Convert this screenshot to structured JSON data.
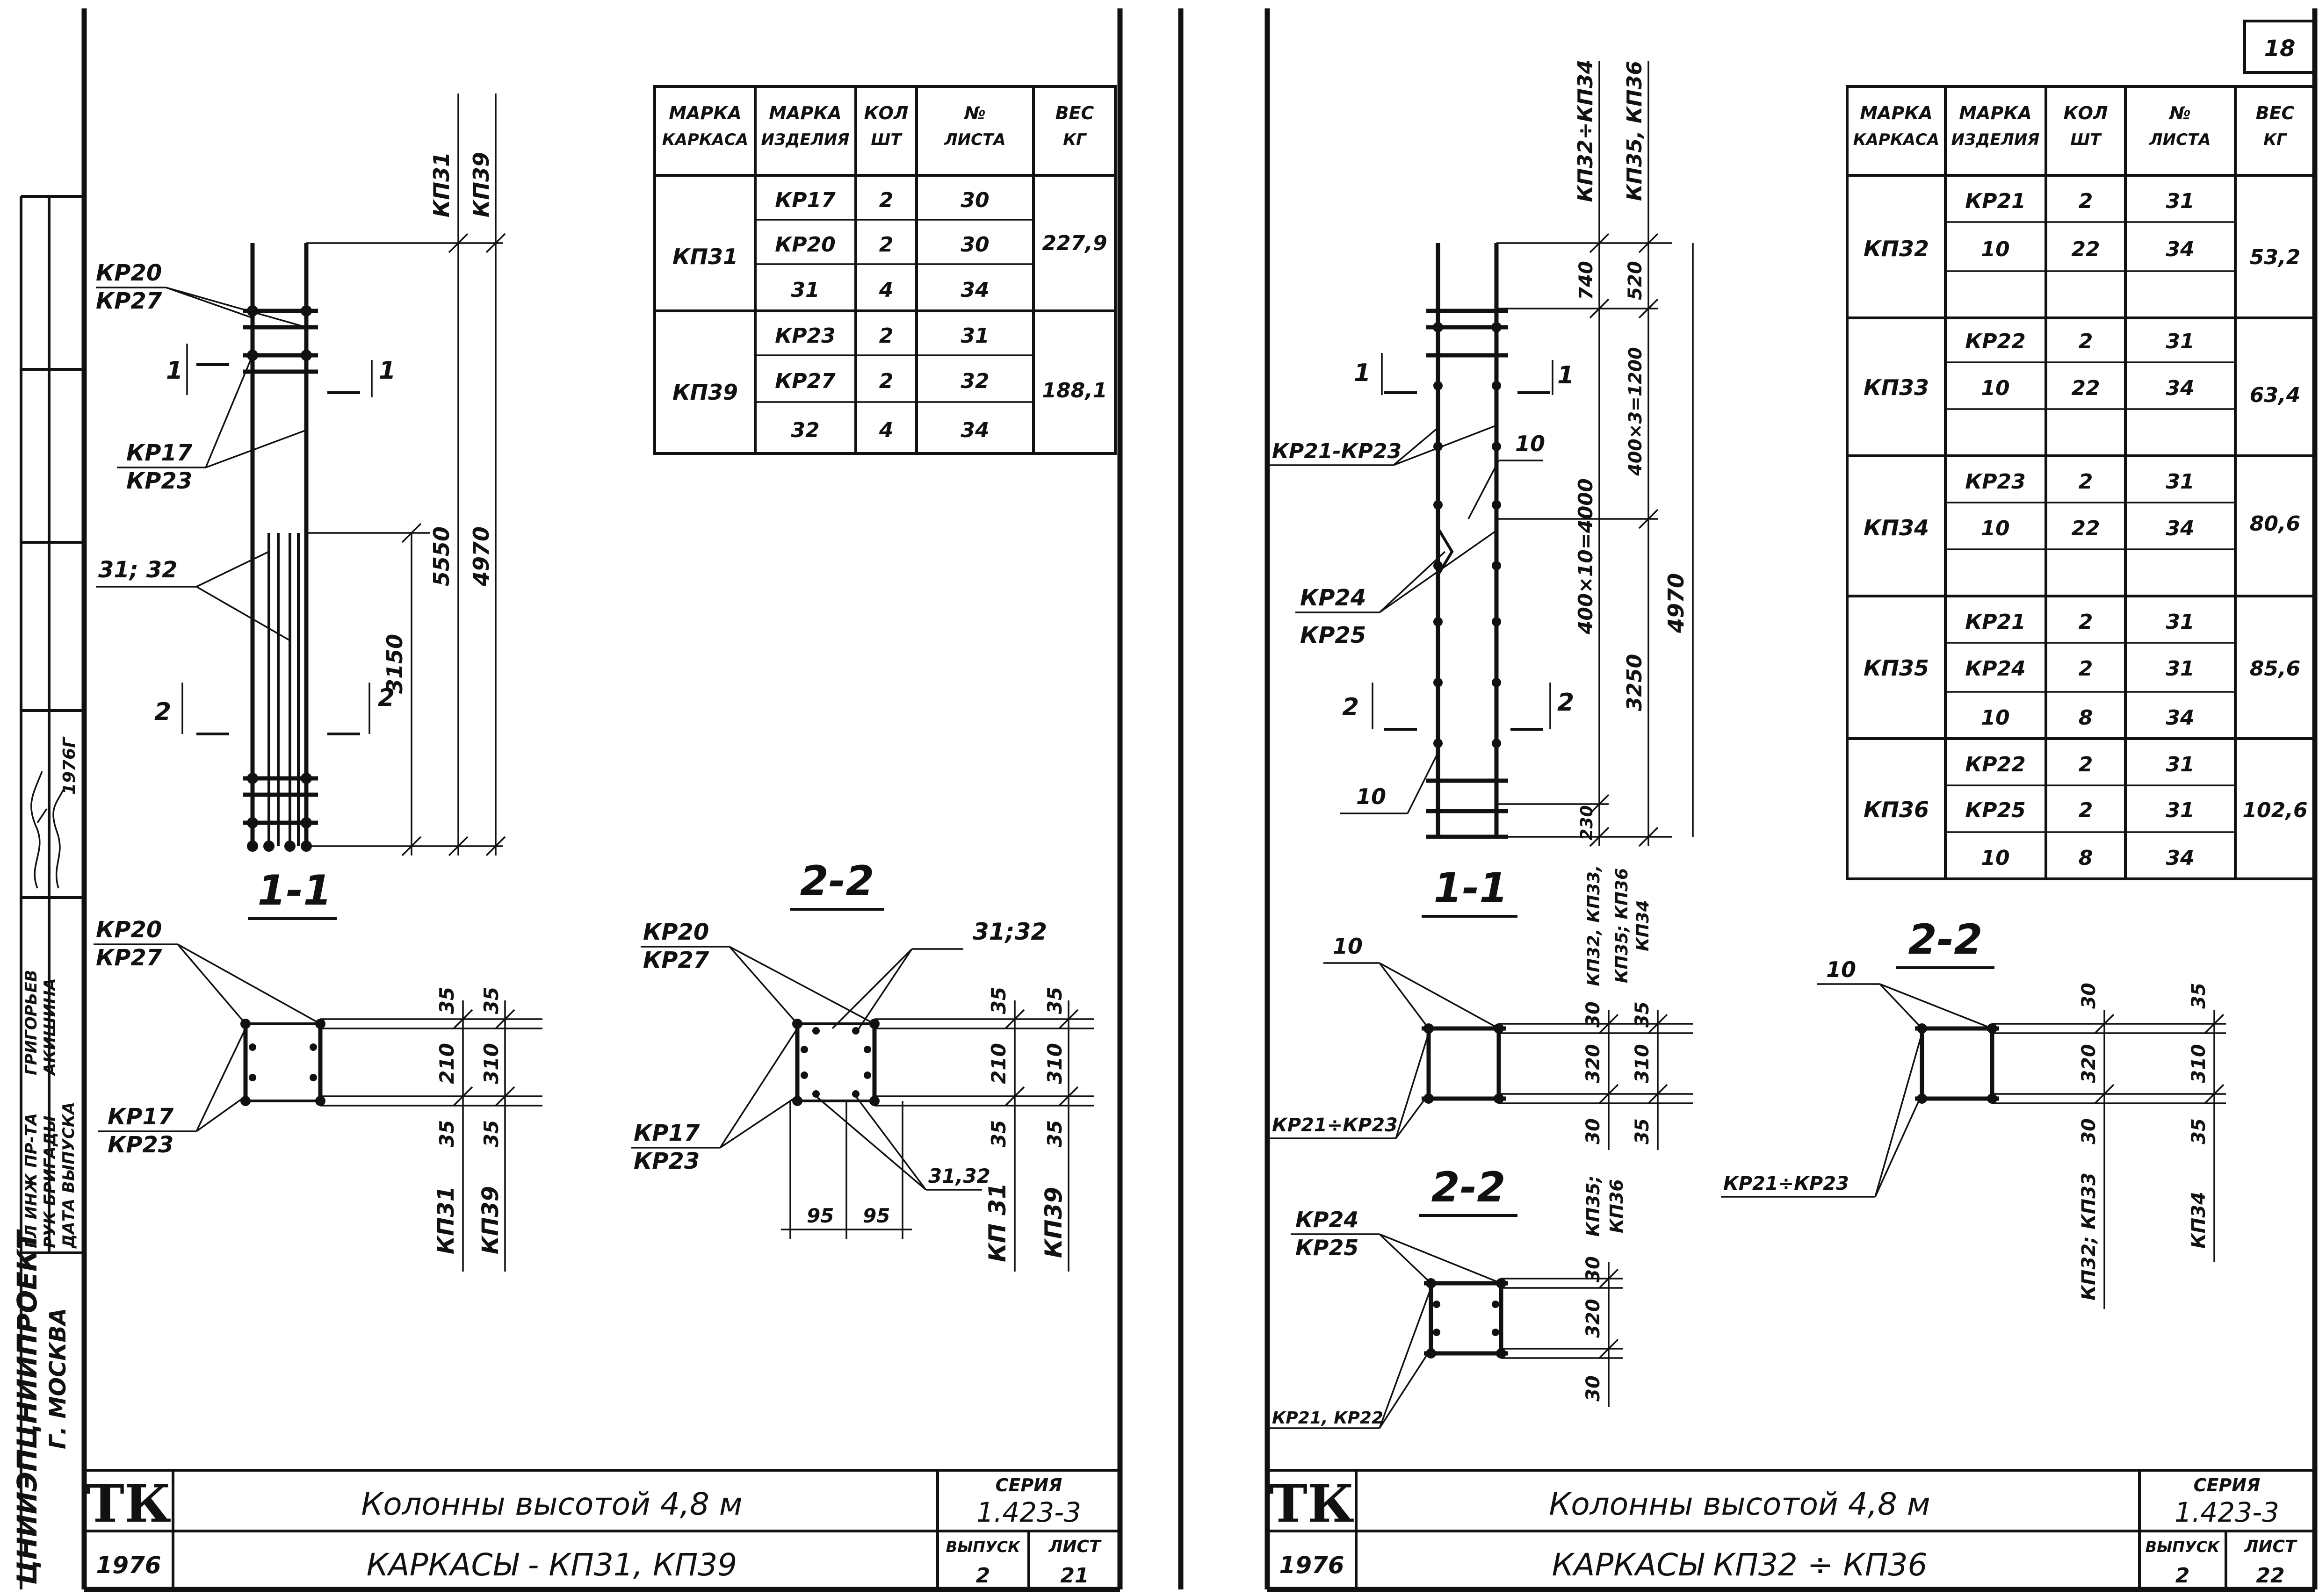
{
  "stamp": {
    "org": "ЦНИИЭПЦНИИПРОЕКТ",
    "city": "Г. МОСКВА",
    "roles": [
      "ГЛ ИНЖ ПР-ТА",
      "РУК БРИГАДЫ",
      "ДАТА ВЫПУСКА"
    ],
    "names": [
      "ГРИГОРЬЕВ",
      "АКИШИНА"
    ],
    "year": "1976Г"
  },
  "page_number": "18",
  "left": {
    "table": {
      "headers": [
        [
          "МАРКА",
          "КАРКАСА"
        ],
        [
          "МАРКА",
          "ИЗДЕЛИЯ"
        ],
        [
          "КОЛ",
          "ШТ"
        ],
        [
          "№",
          "ЛИСТА"
        ],
        [
          "ВЕС",
          "КГ"
        ]
      ],
      "groups": [
        {
          "frame": "КП31",
          "weight": "227,9",
          "rows": [
            [
              "КР17",
              "2",
              "30"
            ],
            [
              "КР20",
              "2",
              "30"
            ],
            [
              "31",
              "4",
              "34"
            ]
          ]
        },
        {
          "frame": "КП39",
          "weight": "188,1",
          "rows": [
            [
              "КР23",
              "2",
              "31"
            ],
            [
              "КР27",
              "2",
              "32"
            ],
            [
              "32",
              "4",
              "34"
            ]
          ]
        }
      ]
    },
    "elevation": {
      "labels": {
        "kr20_27": [
          "КР20",
          "КР27"
        ],
        "kr17_23": [
          "КР17",
          "КР23"
        ],
        "bars": "31; 32",
        "col1": "КП31",
        "col2": "КП39",
        "d1": "3150",
        "d2": "5550",
        "d3": "4970",
        "cut1": "1",
        "cut2": "2"
      }
    },
    "section11": {
      "title": "1-1",
      "labels": {
        "top": [
          "КР20",
          "КР27"
        ],
        "bot": [
          "КР17",
          "КР23"
        ]
      },
      "dims": {
        "a": "35",
        "b": "210",
        "c": "35",
        "d": "35",
        "e": "310",
        "f": "35"
      },
      "marks": [
        "КП31",
        "КП39"
      ]
    },
    "section22": {
      "title": "2-2",
      "labels": {
        "top": [
          "КР20",
          "КР27"
        ],
        "bot": [
          "КР17",
          "КР23"
        ],
        "bars": "31;32",
        "bars2": "31,32"
      },
      "dims": {
        "a": "35",
        "b": "210",
        "c": "35",
        "d": "35",
        "e": "310",
        "f": "35",
        "w1": "95",
        "w2": "95"
      },
      "marks": [
        "КП 31",
        "КП39"
      ]
    },
    "title_block": {
      "logo": "ТК",
      "year": "1976",
      "line1": "Колонны  высотой    4,8 м",
      "line2": "КАРКАСЫ  -  КП31,  КП39",
      "series_label": "СЕРИЯ",
      "series": "1.423-3",
      "issue_label": "ВЫПУСК",
      "issue": "2",
      "sheet_label": "ЛИСТ",
      "sheet": "21"
    }
  },
  "right": {
    "table": {
      "headers": [
        [
          "МАРКА",
          "КАРКАСА"
        ],
        [
          "МАРКА",
          "ИЗДЕЛИЯ"
        ],
        [
          "КОЛ",
          "ШТ"
        ],
        [
          "№",
          "ЛИСТА"
        ],
        [
          "ВЕС",
          "КГ"
        ]
      ],
      "groups": [
        {
          "frame": "КП32",
          "weight": "53,2",
          "rows": [
            [
              "КР21",
              "2",
              "31"
            ],
            [
              "10",
              "22",
              "34"
            ],
            [
              "",
              "",
              ""
            ]
          ]
        },
        {
          "frame": "КП33",
          "weight": "63,4",
          "rows": [
            [
              "КР22",
              "2",
              "31"
            ],
            [
              "10",
              "22",
              "34"
            ],
            [
              "",
              "",
              ""
            ]
          ]
        },
        {
          "frame": "КП34",
          "weight": "80,6",
          "rows": [
            [
              "КР23",
              "2",
              "31"
            ],
            [
              "10",
              "22",
              "34"
            ],
            [
              "",
              "",
              ""
            ]
          ]
        },
        {
          "frame": "КП35",
          "weight": "85,6",
          "rows": [
            [
              "КР21",
              "2",
              "31"
            ],
            [
              "КР24",
              "2",
              "31"
            ],
            [
              "10",
              "8",
              "34"
            ]
          ]
        },
        {
          "frame": "КП36",
          "weight": "102,6",
          "rows": [
            [
              "КР22",
              "2",
              "31"
            ],
            [
              "КР25",
              "2",
              "31"
            ],
            [
              "10",
              "8",
              "34"
            ]
          ]
        }
      ]
    },
    "elevation": {
      "labels": {
        "kr21_23": "КР21-КР23",
        "ten": "10",
        "kr24_25": [
          "КР24",
          "КР25"
        ],
        "ten_b": "10",
        "col1": "КП32÷КП34",
        "col2": "КП35, КП36",
        "d740": "740",
        "d520": "520",
        "d4000": "400×10=4000",
        "d1200": "400×3=1200",
        "d3250": "3250",
        "d4970": "4970",
        "d230": "230",
        "cut1": "1",
        "cut2": "2"
      }
    },
    "section11": {
      "title": "1-1",
      "labels": {
        "ten": "10",
        "kr": "КР21÷КР23"
      },
      "dims": {
        "a": "30",
        "b": "320",
        "c": "30",
        "d": "35",
        "e": "310",
        "f": "35"
      },
      "marks": [
        "КП32, КП33,",
        "КП35; КП36",
        "КП34"
      ]
    },
    "section22a": {
      "title": "2-2",
      "labels": {
        "top": [
          "КР24",
          "КР25"
        ],
        "bot": "КР21, КР22"
      },
      "dims": {
        "a": "30",
        "b": "320",
        "c": "30"
      },
      "marks": [
        "КП35;",
        "КП36"
      ]
    },
    "section22b": {
      "title": "2-2",
      "labels": {
        "ten": "10",
        "kr": "КР21÷КР23"
      },
      "dims": {
        "a": "30",
        "b": "320",
        "c": "30",
        "d": "35",
        "e": "310",
        "f": "35"
      },
      "marks": [
        "КП32; КП33",
        "КП34"
      ]
    },
    "title_block": {
      "logo": "ТК",
      "year": "1976",
      "line1": "Колонны   высотой    4,8 м",
      "line2": "КАРКАСЫ      КП32  ÷  КП36",
      "series_label": "СЕРИЯ",
      "series": "1.423-3",
      "issue_label": "ВЫПУСК",
      "issue": "2",
      "sheet_label": "ЛИСТ",
      "sheet": "22"
    }
  }
}
